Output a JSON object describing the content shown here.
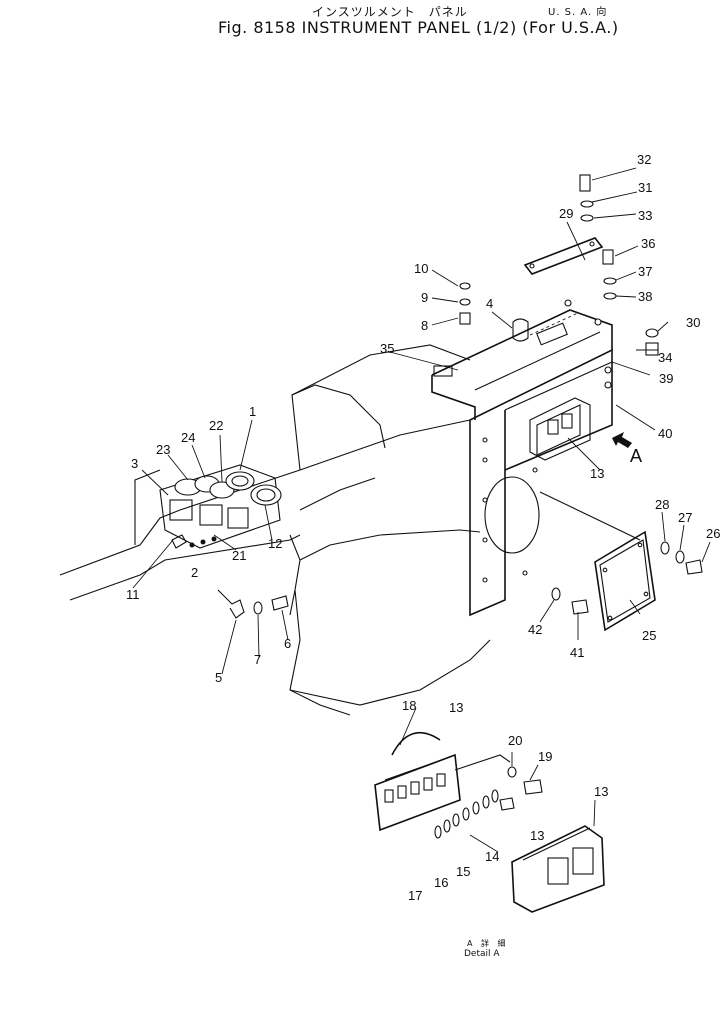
{
  "header": {
    "title_jp": "インスツルメント　パネル",
    "market_jp": "U. S. A. 向",
    "title_en": "Fig. 8158   INSTRUMENT PANEL (1/2) (For U.S.A.)"
  },
  "detail_label": {
    "jp": "A 詳 細",
    "en": "Detail A"
  },
  "view_marker": "A",
  "callouts": [
    "1",
    "2",
    "3",
    "4",
    "5",
    "6",
    "7",
    "8",
    "9",
    "10",
    "11",
    "12",
    "13",
    "13",
    "13",
    "13",
    "14",
    "15",
    "16",
    "17",
    "18",
    "19",
    "20",
    "21",
    "22",
    "23",
    "24",
    "25",
    "26",
    "27",
    "28",
    "29",
    "30",
    "31",
    "32",
    "33",
    "34",
    "35",
    "36",
    "37",
    "38",
    "39",
    "40",
    "41",
    "42"
  ]
}
